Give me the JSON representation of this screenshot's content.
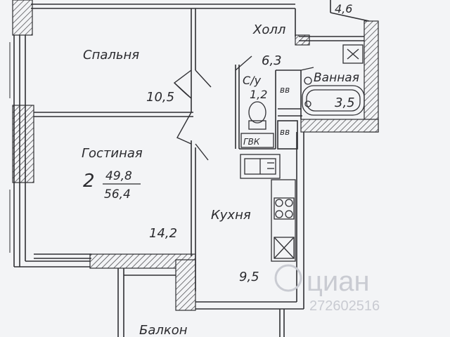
{
  "plan": {
    "rooms": {
      "bedroom": {
        "name": "Спальня",
        "area": "10,5"
      },
      "hall": {
        "name": "Холл",
        "area": "6,3"
      },
      "wc": {
        "name": "С/у",
        "area": "1,2"
      },
      "bathroom": {
        "name": "Ванная",
        "area": "3,5"
      },
      "living": {
        "name": "Гостиная",
        "area": "14,2"
      },
      "kitchen": {
        "name": "Кухня",
        "area": "9,5"
      },
      "balcony": {
        "name": "Балкон"
      },
      "neighbor": {
        "area": "4,6"
      }
    },
    "apartment": {
      "rooms_count": "2",
      "living_area": "49,8",
      "total_area": "56,4"
    },
    "fixtures": {
      "vent_1": "вв",
      "vent_2": "вв",
      "boiler": "ГВК"
    }
  },
  "watermark": {
    "brand": "циан",
    "id": "272602516"
  }
}
